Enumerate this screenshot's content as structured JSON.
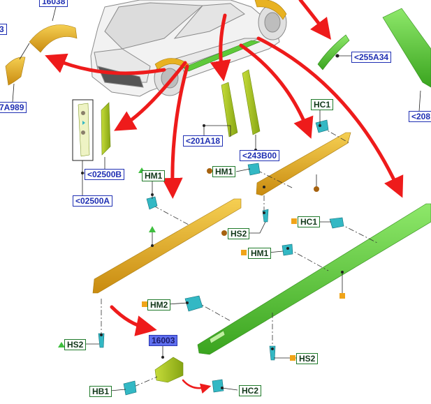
{
  "colors": {
    "arrow": "#ee1b1b",
    "trim_yellow": "#e8b222",
    "trim_olive": "#a8c41e",
    "sill_green": "#5ec93a",
    "clip_cyan": "#33b8c4",
    "label_blue": "#1f2fb3",
    "label_green": "#1f7a2a",
    "marker_brown": "#a6620f",
    "marker_orange": "#f0a419",
    "marker_green": "#3fbf3f"
  },
  "part_labels": {
    "p16038": "16038",
    "p3": "3",
    "p7A989": "7A989",
    "p255A34": "<255A34",
    "p208": "<208",
    "p201A18": "<201A18",
    "p243B00": "<243B00",
    "p02500B": "<02500B",
    "p02500A": "<02500A",
    "p16003": "16003"
  },
  "fastener_labels": {
    "hc1_top": "HC1",
    "hm1_left": "HM1",
    "hm1_mid": "HM1",
    "hs2_mid": "HS2",
    "hc1_mid": "HC1",
    "hm1_lower": "HM1",
    "hm2": "HM2",
    "hs2_left": "HS2",
    "hs2_right": "HS2",
    "hb1": "HB1",
    "hc2": "HC2"
  }
}
